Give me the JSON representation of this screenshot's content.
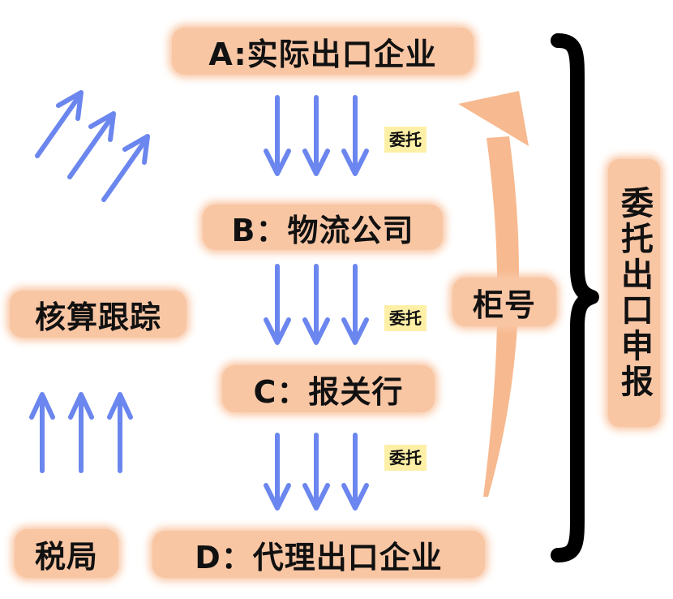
{
  "colors": {
    "box_fill": "#f9c6a4",
    "arrow_blue": "#6b86ee",
    "curve_arrow": "#f7b98f",
    "tag_fill": "#fdf0a6",
    "brace": "#000000"
  },
  "nodes": {
    "a": "A:实际出口企业",
    "b": "B：物流公司",
    "c": "C：报关行",
    "d": "D：代理出口企业"
  },
  "tags": {
    "ab": "委托",
    "bc": "委托",
    "cd": "委托"
  },
  "side": {
    "audit": "核算跟踪",
    "tax": "税局",
    "container": "柜号",
    "declare": "委托出口申报"
  },
  "icons": {
    "down_arrows": "arrow-down-icon",
    "up_arrows": "arrow-up-icon",
    "diagonal_arrows": "arrow-up-right-icon",
    "curve": "curved-arrow-icon",
    "brace": "right-brace-icon"
  }
}
